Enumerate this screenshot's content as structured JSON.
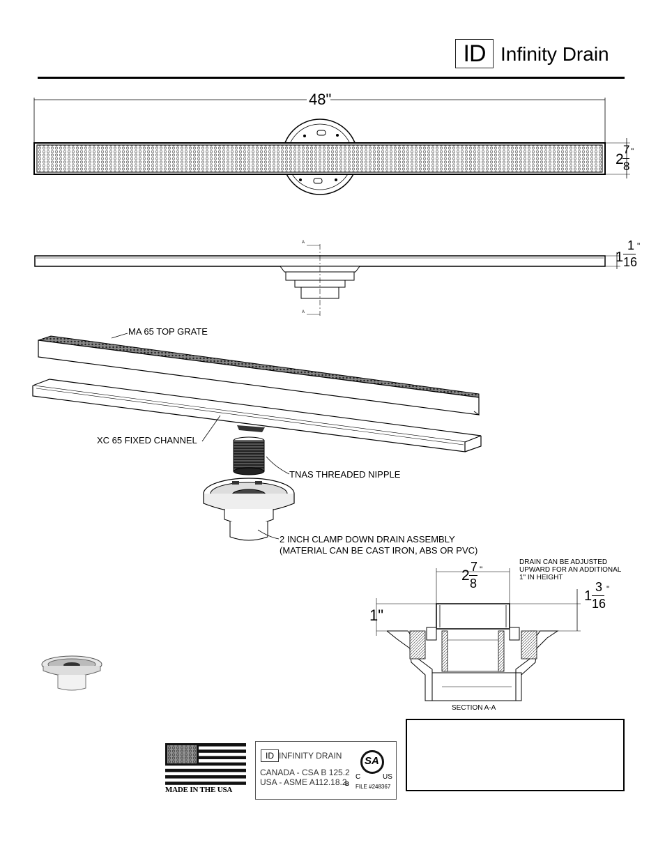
{
  "header": {
    "logo_mark": "ID",
    "brand": "Infinity Drain"
  },
  "dimensions": {
    "length": "48\"",
    "width_whole": "2",
    "width_num": "7",
    "width_den": "8",
    "inch_mark": "\"",
    "height_whole": "1",
    "height_num": "1",
    "height_den": "16",
    "section_marker": "A",
    "adj_whole": "1",
    "adj_num": "3",
    "adj_den": "16",
    "one_inch": "1\""
  },
  "callouts": {
    "top_grate": "MA 65 TOP GRATE",
    "channel": "XC 65 FIXED CHANNEL",
    "nipple": "TNAS THREADED NIPPLE",
    "drain_line1": "2 INCH CLAMP DOWN DRAIN ASSEMBLY",
    "drain_line2": "(MATERIAL CAN BE CAST IRON, ABS OR PVC)",
    "adjust_line1": "DRAIN CAN BE ADJUSTED",
    "adjust_line2": "UPWARD FOR AN ADDITIONAL",
    "adjust_line3": "1\" IN HEIGHT",
    "section": "SECTION A-A"
  },
  "badges": {
    "made_in_usa": "MADE IN THE USA",
    "cert_logo_mark": "ID",
    "cert_brand": "INFINITY DRAIN",
    "canada": "CANADA - CSA B 125.2",
    "usa": "USA - ASME A112.18.2",
    "cert_b": "B",
    "csa_c": "C",
    "csa_us": "US",
    "csa_mark": "SA",
    "file": "FILE #248367"
  }
}
